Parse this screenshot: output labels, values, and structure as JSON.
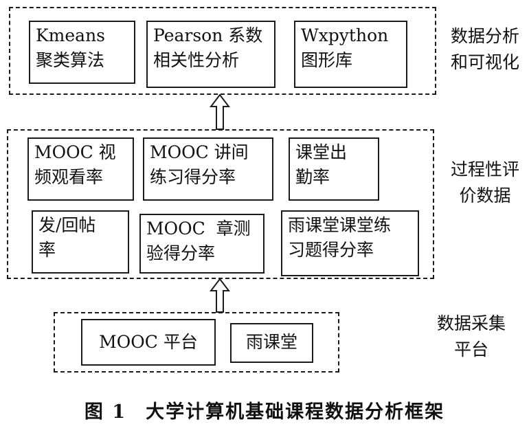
{
  "layers": {
    "analysis": {
      "label": [
        "数据分析",
        "和可视化"
      ],
      "boxes": [
        {
          "lines": [
            "Kmeans",
            "聚类算法"
          ]
        },
        {
          "lines": [
            "Pearson 系数",
            "相关性分析"
          ]
        },
        {
          "lines": [
            "Wxpython",
            "图形库"
          ]
        }
      ]
    },
    "process": {
      "label": [
        "过程性评",
        "价数据"
      ],
      "boxes": [
        {
          "lines": [
            "MOOC 视",
            "频观看率"
          ]
        },
        {
          "lines": [
            "MOOC 讲间",
            "练习得分率"
          ]
        },
        {
          "lines": [
            "课堂出",
            "勤率"
          ]
        },
        {
          "lines": [
            "发/回帖",
            "率"
          ]
        },
        {
          "lines": [
            "MOOC  章测",
            "验得分率"
          ]
        },
        {
          "lines": [
            "雨课堂课堂练",
            "习题得分率"
          ]
        }
      ]
    },
    "collection": {
      "label": [
        "数据采集",
        "平台"
      ],
      "boxes": [
        {
          "lines": [
            "MOOC 平台"
          ]
        },
        {
          "lines": [
            "雨课堂"
          ]
        }
      ]
    }
  },
  "caption": {
    "number": "图 1",
    "title": "大学计算机基础课程数据分析框架"
  }
}
